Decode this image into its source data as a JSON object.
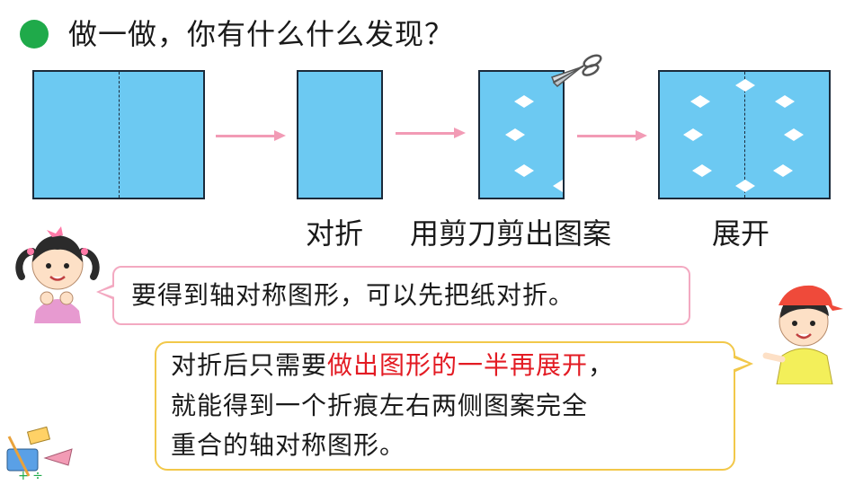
{
  "heading": "做一做，你有什么什么发现？",
  "steps": {
    "fold": "对折",
    "cut": "用剪刀剪出图案",
    "unfold": "展开"
  },
  "girl_speech": "要得到轴对称图形，可以先把纸对折。",
  "boy_speech": {
    "line1_a": "对折后只需要",
    "line1_highlight": "做出图形的一半再展开",
    "line1_b": "，",
    "line2": "就能得到一个折痕左右两侧图案完全",
    "line3": "重合的轴对称图形。"
  },
  "colors": {
    "paper": "#6cc9f2",
    "bullet": "#1faa4a",
    "arrow": "#f29bb5",
    "highlight": "#e31b23",
    "girl_bubble_border": "#f3a9c1",
    "boy_bubble_border": "#f2c84a"
  },
  "icons": [
    "bullet-dot-icon",
    "scissors-icon",
    "girl-icon",
    "boy-icon",
    "school-supplies-icon"
  ]
}
